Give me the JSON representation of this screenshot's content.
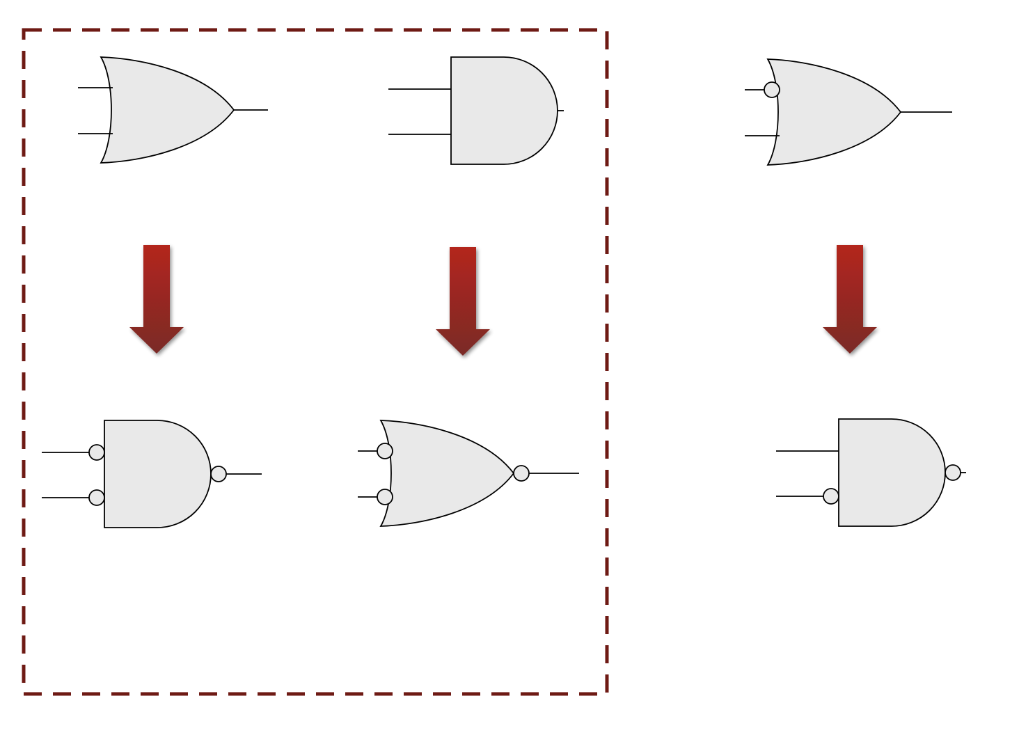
{
  "colors": {
    "gate_fill": "#e9e9e9",
    "gate_stroke": "#000000",
    "bubble_fill": "#e9e9e9",
    "group_border": "#6e1a14",
    "arrow_top": "#b3261e",
    "arrow_bottom": "#7a2a26"
  },
  "group_box": {
    "style": "dashed"
  },
  "columns": [
    {
      "top_gate": {
        "kind": "OR",
        "inverted_inputs": [
          false,
          false
        ],
        "inverted_output": false
      },
      "arrow": {
        "icon": "down-arrow-icon"
      },
      "bottom_gate": {
        "kind": "AND",
        "inverted_inputs": [
          true,
          true
        ],
        "inverted_output": true
      }
    },
    {
      "top_gate": {
        "kind": "AND",
        "inverted_inputs": [
          false,
          false
        ],
        "inverted_output": false
      },
      "arrow": {
        "icon": "down-arrow-icon"
      },
      "bottom_gate": {
        "kind": "OR",
        "inverted_inputs": [
          true,
          true
        ],
        "inverted_output": true
      }
    },
    {
      "top_gate": {
        "kind": "OR",
        "inverted_inputs": [
          true,
          false
        ],
        "inverted_output": false
      },
      "arrow": {
        "icon": "down-arrow-icon"
      },
      "bottom_gate": {
        "kind": "AND",
        "inverted_inputs": [
          false,
          true
        ],
        "inverted_output": true
      }
    }
  ]
}
